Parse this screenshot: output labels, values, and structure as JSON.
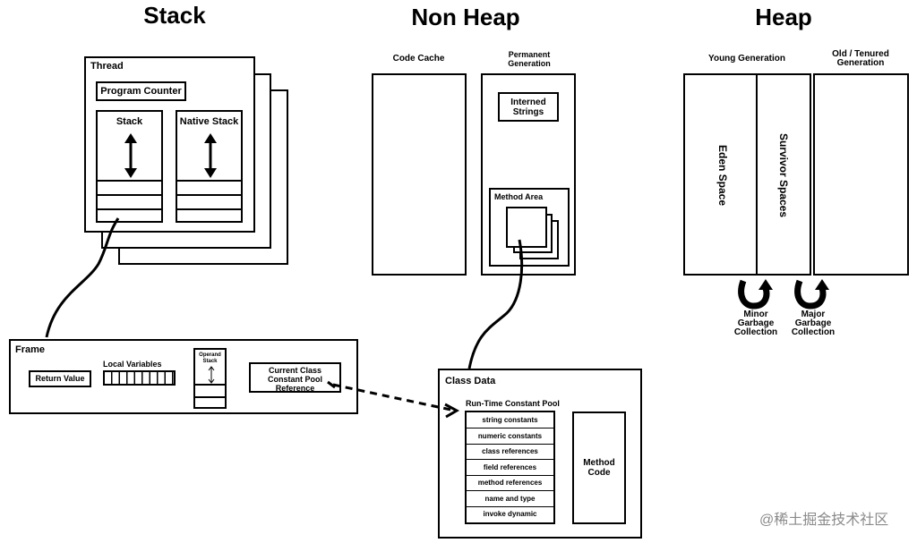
{
  "headings": {
    "stack": "Stack",
    "non_heap": "Non Heap",
    "heap": "Heap"
  },
  "thread": {
    "title": "Thread",
    "program_counter": "Program Counter",
    "stack": "Stack",
    "native_stack": "Native Stack"
  },
  "frame": {
    "title": "Frame",
    "return_value": "Return Value",
    "local_variables": "Local Variables",
    "operand_stack": "Operand Stack",
    "pool_reference": "Current Class Constant Pool Reference"
  },
  "non_heap": {
    "code_cache": "Code Cache",
    "permanent_generation": "Permanent Generation",
    "interned_strings": "Interned Strings",
    "method_area": "Method Area"
  },
  "class_data": {
    "title": "Class Data",
    "pool_title": "Run-Time Constant Pool",
    "pool_items": [
      "string constants",
      "numeric constants",
      "class references",
      "field references",
      "method references",
      "name and type",
      "invoke dynamic"
    ],
    "method_code": "Method Code"
  },
  "heap": {
    "young_generation": "Young Generation",
    "old_generation": "Old / Tenured Generation",
    "eden_space": "Eden Space",
    "survivor_spaces": "Survivor Spaces",
    "minor_gc": "Minor Garbage Collection",
    "major_gc": "Major Garbage Collection"
  },
  "watermark": "@稀土掘金技术社区"
}
